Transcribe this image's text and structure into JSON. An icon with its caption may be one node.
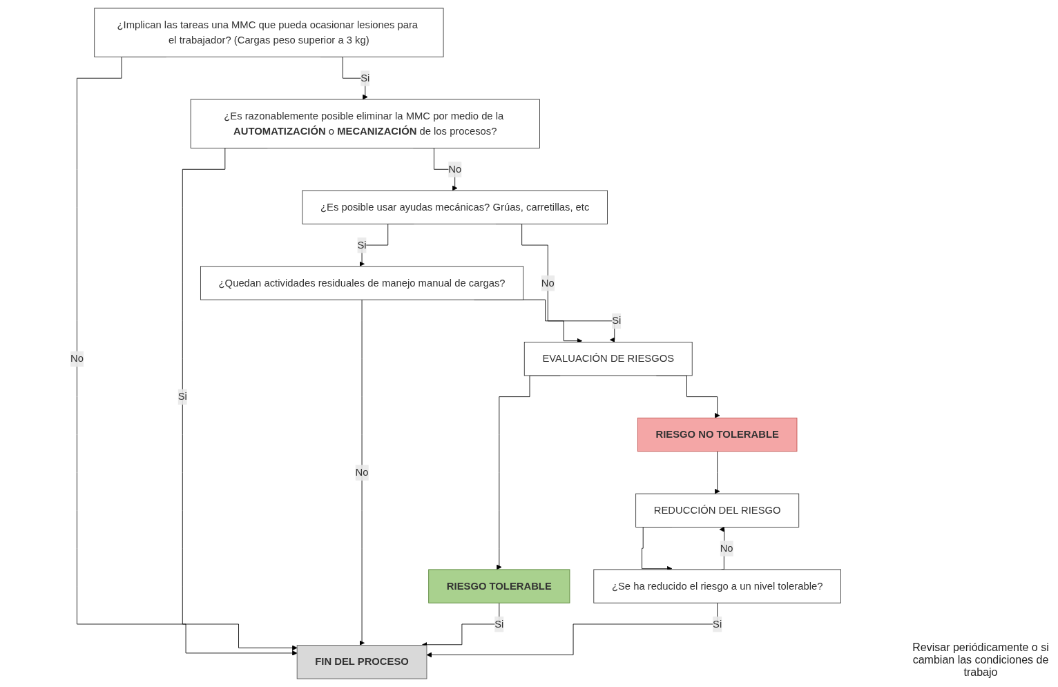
{
  "diagram": {
    "nodes": [
      {
        "text": [
          "¿Implican las tareas una MMC que pueda ocasionar lesiones para el trabajador? (Cargas peso superior a 3 kg)"
        ]
      },
      {
        "text": [
          "¿Es razonablemente posible eliminar la MMC por medio de la **AUTOMATIZACIÓN** o **MECANIZACIÓN** de los procesos?"
        ]
      },
      {
        "text": [
          "¿Es posible usar ayudas mecánicas? Grúas, carretillas, etc"
        ]
      },
      {
        "text": [
          "¿Quedan actividades residuales de manejo manual de cargas?"
        ]
      },
      {
        "text": [
          "EVALUACIÓN DE RIESGOS"
        ]
      },
      {
        "text": [
          "RIESGO NO TOLERABLE"
        ]
      },
      {
        "text": [
          "RIESGO TOLERABLE"
        ]
      },
      {
        "text": [
          "REDUCCIÓN DEL RIESGO"
        ]
      },
      {
        "text": [
          "¿Se ha reducido el riesgo a un nivel tolerable?"
        ]
      },
      {
        "text": [
          "FIN DEL PROCESO"
        ]
      }
    ],
    "edges": [
      {
        "from": 0,
        "to": 1,
        "arrow": "to",
        "label": "Si"
      },
      {
        "from": 0,
        "to": 9,
        "arrow": "to",
        "label": "No"
      },
      {
        "from": 1,
        "to": 9,
        "arrow": "to",
        "label": "Si"
      },
      {
        "from": 1,
        "to": 2,
        "arrow": "to",
        "label": "No"
      },
      {
        "from": 2,
        "to": 4,
        "arrow": "to",
        "label": "No"
      },
      {
        "from": 2,
        "to": 3,
        "arrow": "to",
        "label": "Si"
      },
      {
        "from": 3,
        "to": 9,
        "arrow": "to",
        "label": "No"
      },
      {
        "from": 3,
        "to": 4,
        "arrow": "to",
        "label": "Si"
      },
      {
        "from": 4,
        "to": 5,
        "arrow": "to"
      },
      {
        "from": 4,
        "to": 6,
        "arrow": "to"
      },
      {
        "from": 6,
        "to": 9,
        "arrow": "to",
        "label": "Si"
      },
      {
        "from": 5,
        "to": 7,
        "arrow": "to"
      },
      {
        "from": 7,
        "to": 8,
        "arrow": "to"
      },
      {
        "from": 8,
        "to": 7,
        "arrow": "to",
        "label": "No"
      },
      {
        "from": 8,
        "to": 9,
        "arrow": "to",
        "label": "Si"
      }
    ],
    "labels": [
      "Revisar periódicamente o si cambian las condiciones de trabajo"
    ]
  }
}
